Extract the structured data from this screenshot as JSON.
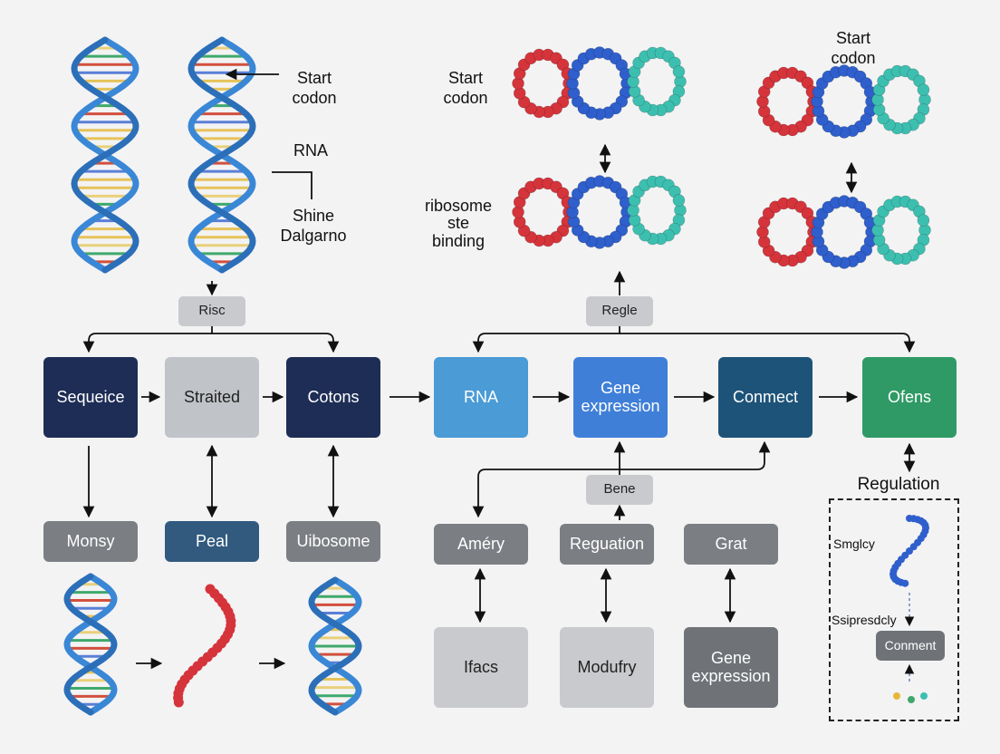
{
  "top_left": {
    "start_codon": "Start\ncodon",
    "rna": "RNA",
    "shine_dalgarno": "Shine\nDalgarno",
    "tag": "Risc"
  },
  "top_right": {
    "start_codon_1": "Start\ncodon",
    "start_codon_2": "Start\ncodon",
    "ribosome_site": "ribosome\nste\nbinding",
    "tag": "Regle"
  },
  "main_row": [
    "Sequeice",
    "Straited",
    "Cotons",
    "RNA",
    "Gene\nexpression",
    "Conmect",
    "Ofens"
  ],
  "left_sub": [
    "Monsy",
    "Peal",
    "Uibosome"
  ],
  "middle_tag": "Bene",
  "mid_sub_row1": [
    "Améry",
    "Reguation",
    "Grat"
  ],
  "mid_sub_row2": [
    "Ifacs",
    "Modufry",
    "Gene\nexpression"
  ],
  "regulation": {
    "title": "Regulation",
    "label1": "Smglcy",
    "label2": "Ssipresdcly",
    "box": "Conment"
  },
  "colors": {
    "navy": "#1e2d55",
    "light_gray": "#c0c3c8",
    "sky_blue": "#4a9bd6",
    "royal_blue": "#3f7fd8",
    "teal_dark": "#1d5378",
    "green": "#2f9a65",
    "gray_mid": "#7b7e83",
    "steel_blue": "#315a7e",
    "dna_blue": "#3a87d6",
    "bead_red": "#d5343b",
    "bead_blue": "#2f5fcc",
    "bead_teal": "#3dbfb0"
  }
}
